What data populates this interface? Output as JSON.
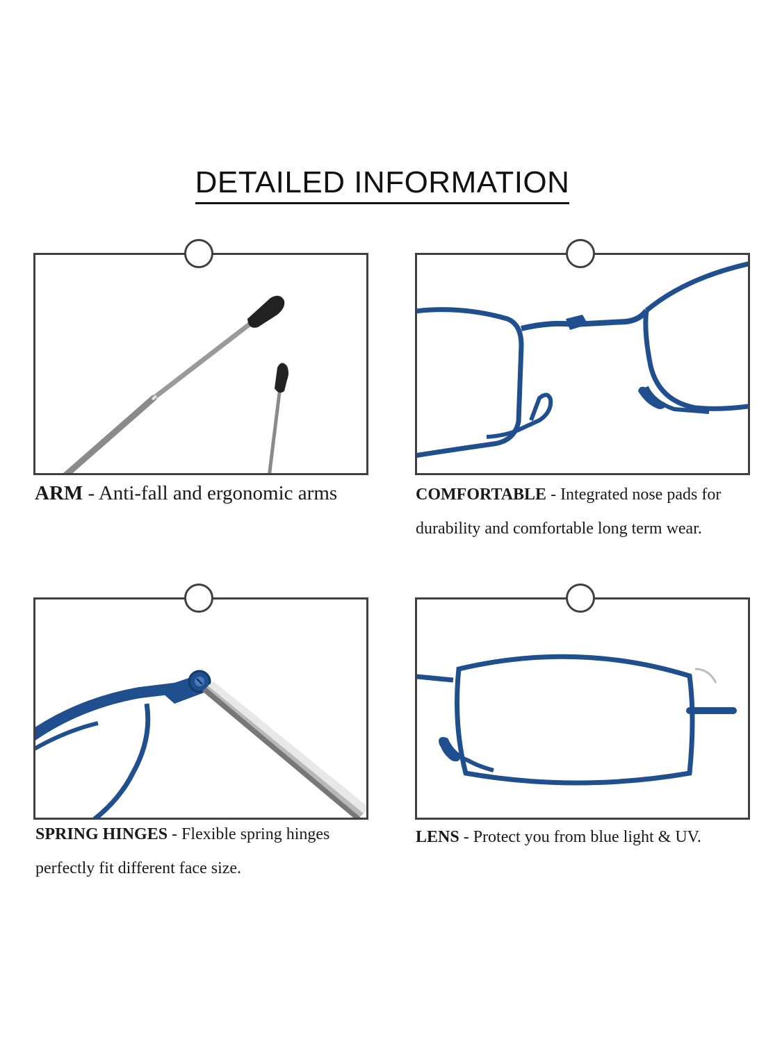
{
  "title": "DETAILED INFORMATION",
  "panels": [
    {
      "label": "ARM",
      "separator": " - ",
      "text": "Anti-fall and ergonomic arms"
    },
    {
      "label": "COMFORTABLE",
      "separator": " - ",
      "text": "Integrated nose pads for durability and comfortable long term wear."
    },
    {
      "label": "SPRING HINGES",
      "separator": " - ",
      "text": "Flexible spring hinges perfectly fit different face size."
    },
    {
      "label": "LENS",
      "separator": " - ",
      "text": "Protect you from blue light & UV."
    }
  ],
  "colors": {
    "frame": "#404040",
    "glasses_blue": "#1f4f8f",
    "arm_gray": "#8a8a8a"
  }
}
